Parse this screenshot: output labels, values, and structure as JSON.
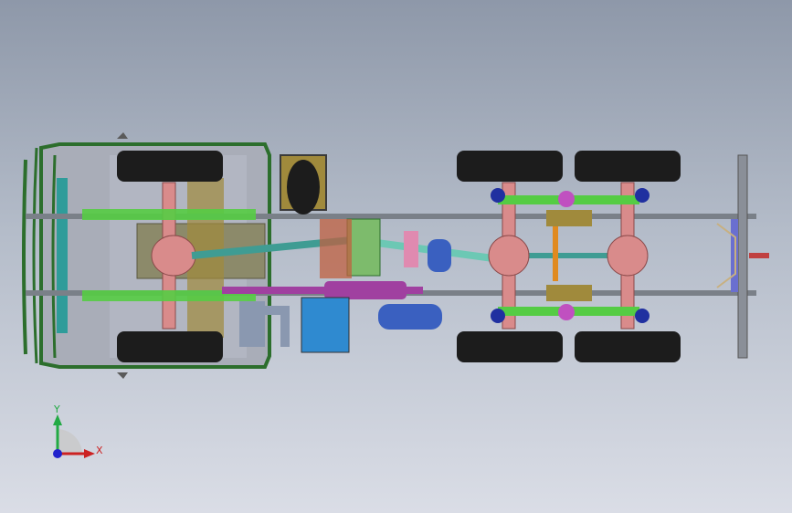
{
  "viewport": {
    "background_top": "#8e98a9",
    "background_bottom": "#dadde6"
  },
  "model": {
    "view": "top",
    "colors": {
      "frame": "#7a8088",
      "tire": "#1c1c1c",
      "axle": "#d98b8b",
      "spring": "#55cc44",
      "driveshaft": "#3f9c93",
      "transfer_case": "#7dbb6c",
      "exhaust": "#a040a0",
      "air_tank": "#3a60c0",
      "fuel_tank": "#2f8ad0",
      "cab_outline": "#2c6e2c",
      "cab_floor": "#a9adb8",
      "engine": "#8c8a6a"
    }
  },
  "triad": {
    "y_label": "Y",
    "x_label": "X",
    "y_color": "#22aa44",
    "x_color": "#cc2222",
    "origin_color": "#2222cc"
  }
}
